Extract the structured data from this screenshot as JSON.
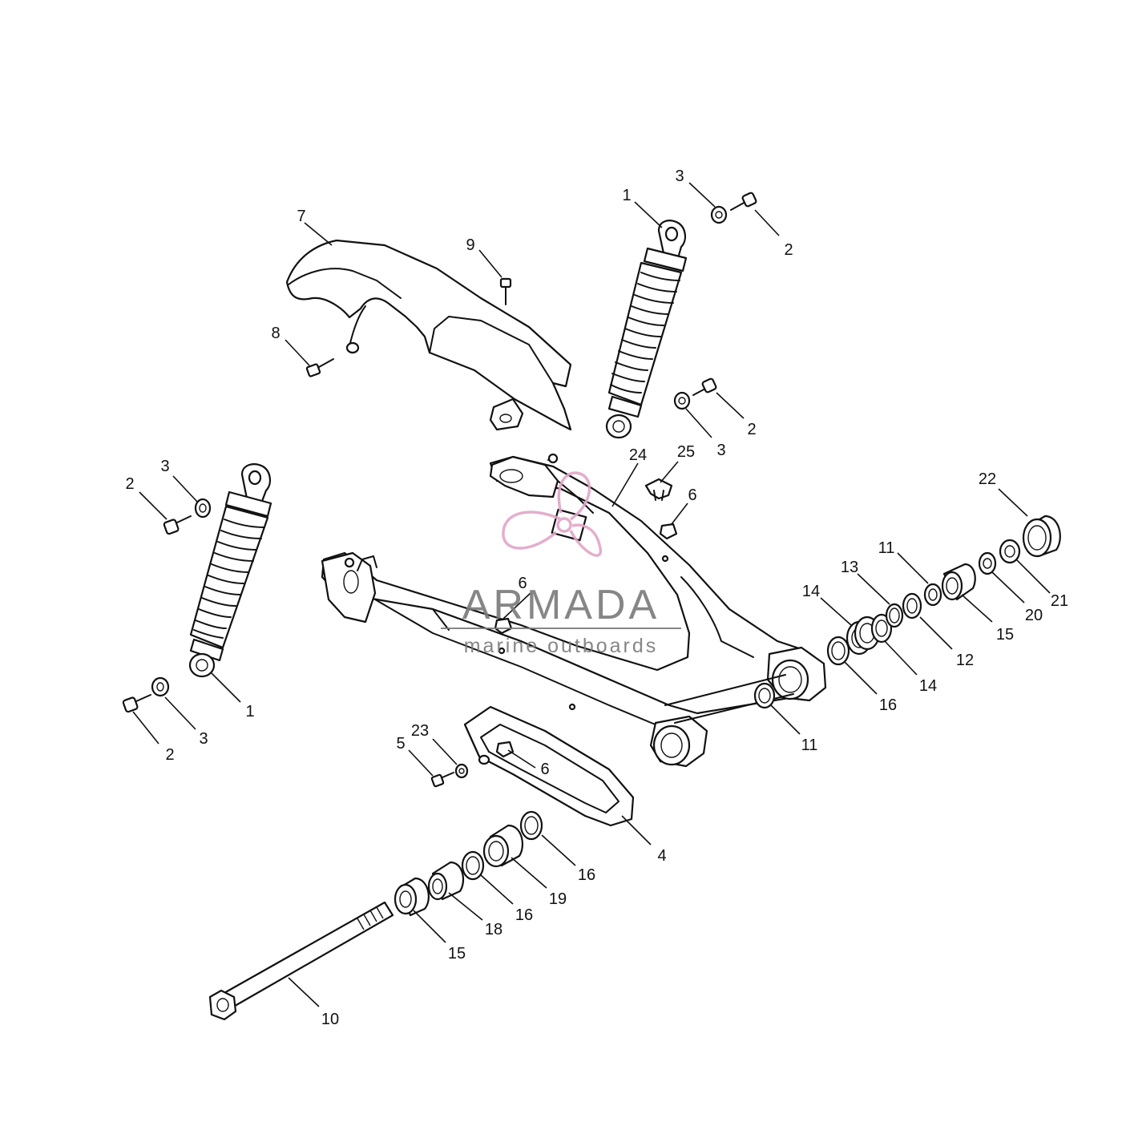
{
  "watermark": {
    "brand": "ARMADA",
    "tagline": "marine outboards",
    "text_color": "#7a7a7a",
    "logo_color": "#e0a6c8",
    "logo_icon": "propeller-icon"
  },
  "callouts": [
    {
      "id": "c1",
      "label": "3"
    },
    {
      "id": "c2",
      "label": "1"
    },
    {
      "id": "c3",
      "label": "2"
    },
    {
      "id": "c4",
      "label": "7"
    },
    {
      "id": "c5",
      "label": "9"
    },
    {
      "id": "c6",
      "label": "8"
    },
    {
      "id": "c7",
      "label": "2"
    },
    {
      "id": "c8",
      "label": "3"
    },
    {
      "id": "c9",
      "label": "24"
    },
    {
      "id": "c10",
      "label": "25"
    },
    {
      "id": "c11",
      "label": "6"
    },
    {
      "id": "c12",
      "label": "3"
    },
    {
      "id": "c13",
      "label": "2"
    },
    {
      "id": "c14",
      "label": "22"
    },
    {
      "id": "c15",
      "label": "11"
    },
    {
      "id": "c16",
      "label": "13"
    },
    {
      "id": "c17",
      "label": "14"
    },
    {
      "id": "c18",
      "label": "6"
    },
    {
      "id": "c19",
      "label": "21"
    },
    {
      "id": "c20",
      "label": "20"
    },
    {
      "id": "c21",
      "label": "15"
    },
    {
      "id": "c22",
      "label": "12"
    },
    {
      "id": "c23",
      "label": "14"
    },
    {
      "id": "c24",
      "label": "16"
    },
    {
      "id": "c25",
      "label": "1"
    },
    {
      "id": "c26",
      "label": "3"
    },
    {
      "id": "c27",
      "label": "2"
    },
    {
      "id": "c28",
      "label": "11"
    },
    {
      "id": "c29",
      "label": "23"
    },
    {
      "id": "c30",
      "label": "5"
    },
    {
      "id": "c31",
      "label": "6"
    },
    {
      "id": "c32",
      "label": "4"
    },
    {
      "id": "c33",
      "label": "16"
    },
    {
      "id": "c34",
      "label": "19"
    },
    {
      "id": "c35",
      "label": "16"
    },
    {
      "id": "c36",
      "label": "18"
    },
    {
      "id": "c37",
      "label": "15"
    },
    {
      "id": "c38",
      "label": "10"
    }
  ]
}
